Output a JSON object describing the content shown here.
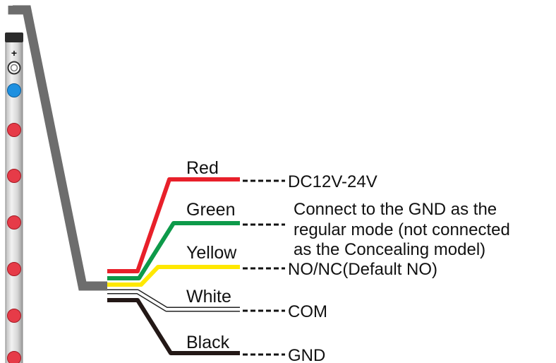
{
  "colors": {
    "frame": "#6d6d6d",
    "red": "#e8202a",
    "green": "#0d9a4a",
    "yellow": "#ffe800",
    "white": "#ffffff",
    "black": "#231816",
    "led_red": "#e63b48",
    "led_blue": "#1e90e0",
    "bar": "#d9d9d9"
  },
  "bar": {
    "plus_symbol": "+"
  },
  "wires": [
    {
      "id": "red",
      "label": "Red",
      "connection": "DC12V-24V"
    },
    {
      "id": "green",
      "label": "Green",
      "connection": ""
    },
    {
      "id": "yellow",
      "label": "Yellow",
      "connection": "NO/NC(Default NO)"
    },
    {
      "id": "white",
      "label": "White",
      "connection": "COM"
    },
    {
      "id": "black",
      "label": "Black",
      "connection": "GND"
    }
  ],
  "green_note": {
    "line1": "Connect to the GND as the",
    "line2": "regular mode (not connected",
    "line3": "as the Concealing model)"
  }
}
